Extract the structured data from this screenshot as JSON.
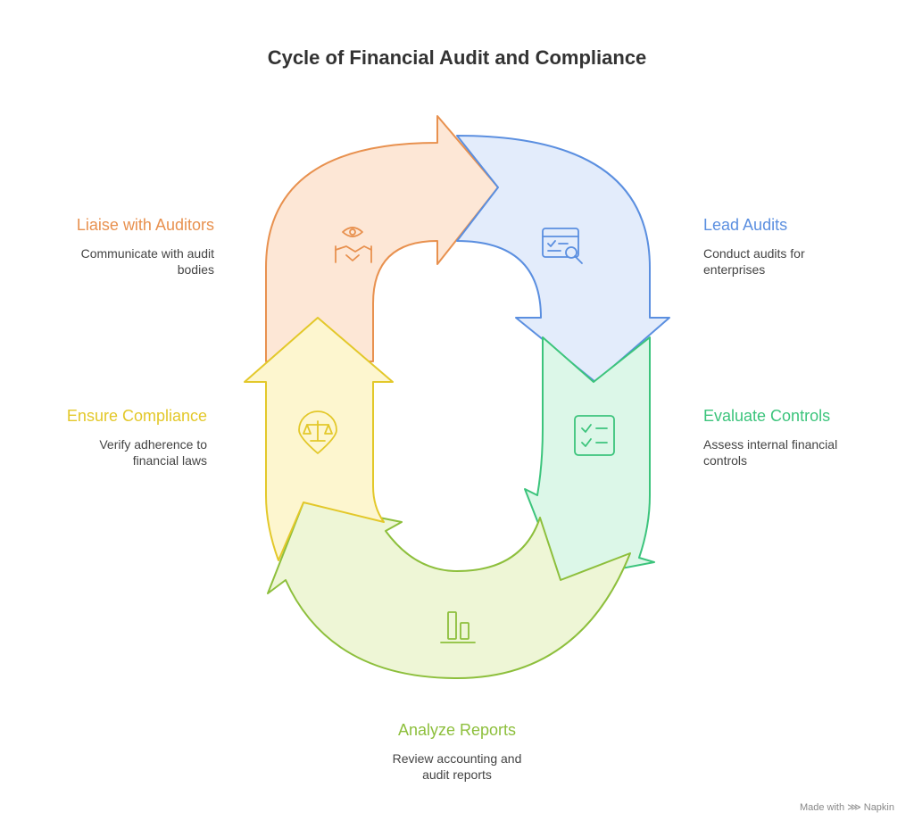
{
  "title": "Cycle of Financial Audit and Compliance",
  "stages": [
    {
      "id": "liaise",
      "title": "Liaise with Auditors",
      "description_lines": [
        "Communicate with audit",
        "bodies"
      ],
      "color": "#e8914f",
      "fill": "#fde7d6",
      "icon": "handshake-eye-icon"
    },
    {
      "id": "lead",
      "title": "Lead Audits",
      "description_lines": [
        "Conduct audits for",
        "enterprises"
      ],
      "color": "#5b8fe0",
      "fill": "#e3ecfb",
      "icon": "audit-search-icon"
    },
    {
      "id": "evaluate",
      "title": "Evaluate Controls",
      "description_lines": [
        "Assess internal financial",
        "controls"
      ],
      "color": "#3cc47c",
      "fill": "#dcf7e8",
      "icon": "checklist-icon"
    },
    {
      "id": "analyze",
      "title": "Analyze Reports",
      "description_lines": [
        "Review accounting and",
        "audit reports"
      ],
      "color": "#8dbf3c",
      "fill": "#eef6d6",
      "icon": "bar-chart-icon"
    },
    {
      "id": "ensure",
      "title": "Ensure Compliance",
      "description_lines": [
        "Verify adherence to",
        "financial laws"
      ],
      "color": "#e3c82a",
      "fill": "#fdf6cf",
      "icon": "scales-pin-icon"
    }
  ],
  "credit": {
    "prefix": "Made with",
    "brand": "Napkin"
  }
}
